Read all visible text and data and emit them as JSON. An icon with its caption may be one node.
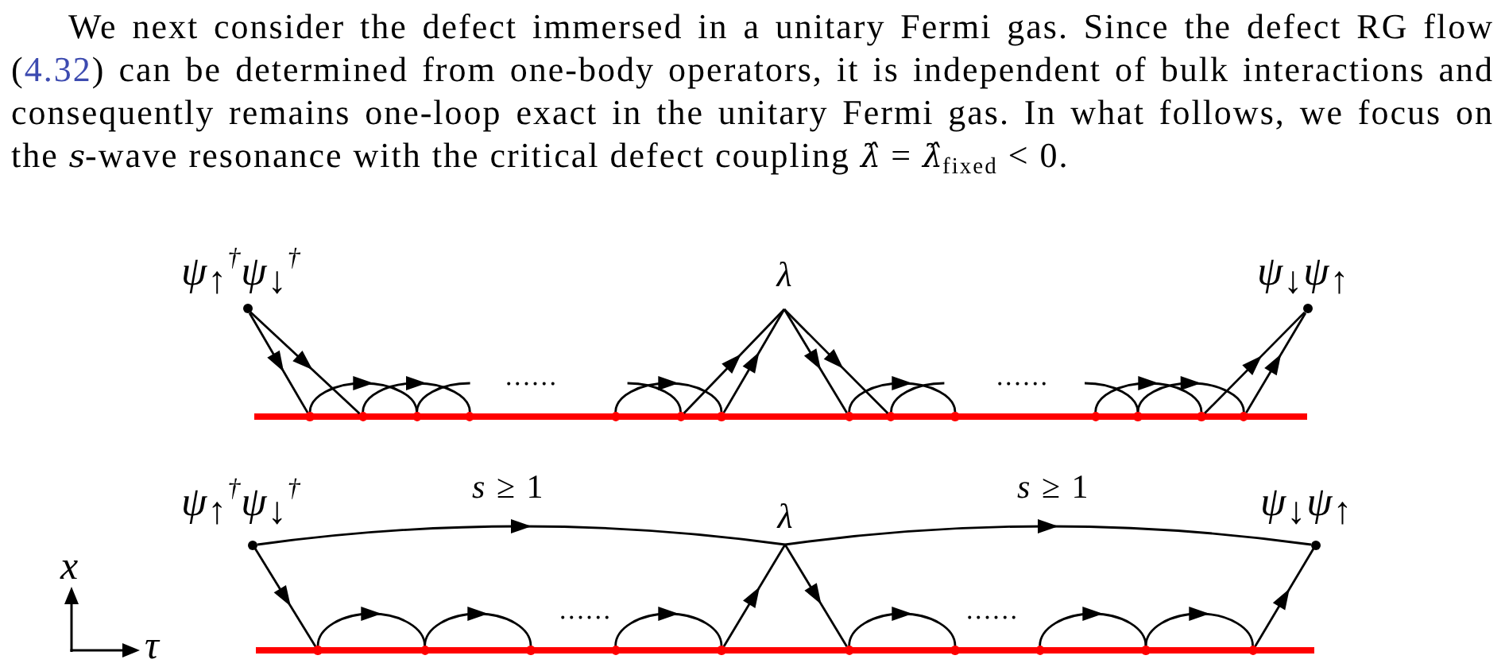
{
  "diagram": {
    "nodes": [
      {
        "text": [],
        "shape": "circle",
        "beside": [
          "ψ$_{↑}$$^{†}$ψ$_{↓}$$^{†}$"
        ]
      },
      {
        "text": [
          "λ"
        ]
      },
      {
        "text": [],
        "shape": "circle",
        "beside": [
          "ψ$_{↓}$ψ$_{↑}$"
        ]
      },
      {
        "text": [],
        "shape": "circle"
      },
      {
        "text": [],
        "shape": "circle"
      },
      {
        "text": [],
        "shape": "circle"
      },
      {
        "text": [],
        "shape": "circle"
      },
      {
        "text": [],
        "shape": "circle"
      },
      {
        "text": [],
        "shape": "circle"
      },
      {
        "text": [],
        "shape": "circle"
      },
      {
        "text": [],
        "shape": "circle"
      },
      {
        "text": [],
        "shape": "circle"
      },
      {
        "text": [],
        "shape": "circle"
      },
      {
        "text": [],
        "shape": "circle"
      },
      {
        "text": [],
        "shape": "circle"
      },
      {
        "text": [],
        "shape": "circle"
      },
      {
        "text": [],
        "shape": "circle"
      },
      {
        "text": [],
        "shape": "circle",
        "beside": [
          "ψ$_{↑}$$^{†}$ψ$_{↓}$$^{†}$"
        ]
      },
      {
        "text": [
          "λ"
        ]
      },
      {
        "text": [],
        "shape": "circle",
        "beside": [
          "ψ$_{↓}$ψ$_{↑}$"
        ]
      },
      {
        "text": [],
        "shape": "circle"
      },
      {
        "text": [],
        "shape": "circle"
      },
      {
        "text": [],
        "shape": "circle"
      },
      {
        "text": [],
        "shape": "circle"
      },
      {
        "text": [],
        "shape": "circle"
      },
      {
        "text": [],
        "shape": "circle"
      },
      {
        "text": [],
        "shape": "circle"
      },
      {
        "text": [],
        "shape": "circle"
      },
      {
        "text": [],
        "shape": "circle"
      },
      {
        "text": [],
        "shape": "circle"
      }
    ],
    "edges": [
      {
        "from": 0,
        "to": 3,
        "arrow": "to"
      },
      {
        "from": 0,
        "to": 4,
        "arrow": "to"
      },
      {
        "from": 3,
        "to": 5,
        "arrow": "to"
      },
      {
        "from": 4,
        "to": 6,
        "arrow": "to"
      },
      {
        "from": 5,
        "to": null,
        "arrow": "none"
      },
      {
        "from": null,
        "to": 8,
        "arrow": "none"
      },
      {
        "from": 7,
        "to": 9,
        "arrow": "to"
      },
      {
        "from": 8,
        "to": 1,
        "arrow": "to"
      },
      {
        "from": 9,
        "to": 1,
        "arrow": "to"
      },
      {
        "from": 1,
        "to": 10,
        "arrow": "to"
      },
      {
        "from": 1,
        "to": 11,
        "arrow": "to"
      },
      {
        "from": 10,
        "to": 12,
        "arrow": "to"
      },
      {
        "from": 11,
        "to": null,
        "arrow": "none"
      },
      {
        "from": null,
        "to": 14,
        "arrow": "none"
      },
      {
        "from": 13,
        "to": 15,
        "arrow": "to"
      },
      {
        "from": 14,
        "to": 16,
        "arrow": "to"
      },
      {
        "from": 15,
        "to": 2,
        "arrow": "to"
      },
      {
        "from": 16,
        "to": 2,
        "arrow": "to"
      },
      {
        "from": 17,
        "to": 20,
        "arrow": "to"
      },
      {
        "from": 17,
        "to": 18,
        "arrow": "to",
        "label": "*s* ≥ 1"
      },
      {
        "from": 20,
        "to": 21,
        "arrow": "to"
      },
      {
        "from": 21,
        "to": 22,
        "arrow": "to"
      },
      {
        "from": 23,
        "to": 24,
        "arrow": "to"
      },
      {
        "from": 24,
        "to": 18,
        "arrow": "to"
      },
      {
        "from": 18,
        "to": 25,
        "arrow": "to"
      },
      {
        "from": 18,
        "to": 19,
        "arrow": "to",
        "label": "*s* ≥ 1"
      },
      {
        "from": 25,
        "to": 26,
        "arrow": "to"
      },
      {
        "from": 27,
        "to": 28,
        "arrow": "to"
      },
      {
        "from": 28,
        "to": 29,
        "arrow": "to"
      },
      {
        "from": 29,
        "to": 19,
        "arrow": "to"
      }
    ],
    "labels": [
      "We next consider the defect immersed in a unitary Fermi gas. Since the defect RG flow (4.32) can be determined from one-body operators, it is independent of bulk interactions and consequently remains one-loop exact in the unitary Fermi gas. In what follows, we focus on the *s*-wave resonance with the critical defect coupling *λ̂* = *λ̂*$_{fixed}$ < 0.",
      "......",
      "......",
      "x",
      "......",
      "......",
      "τ"
    ]
  }
}
